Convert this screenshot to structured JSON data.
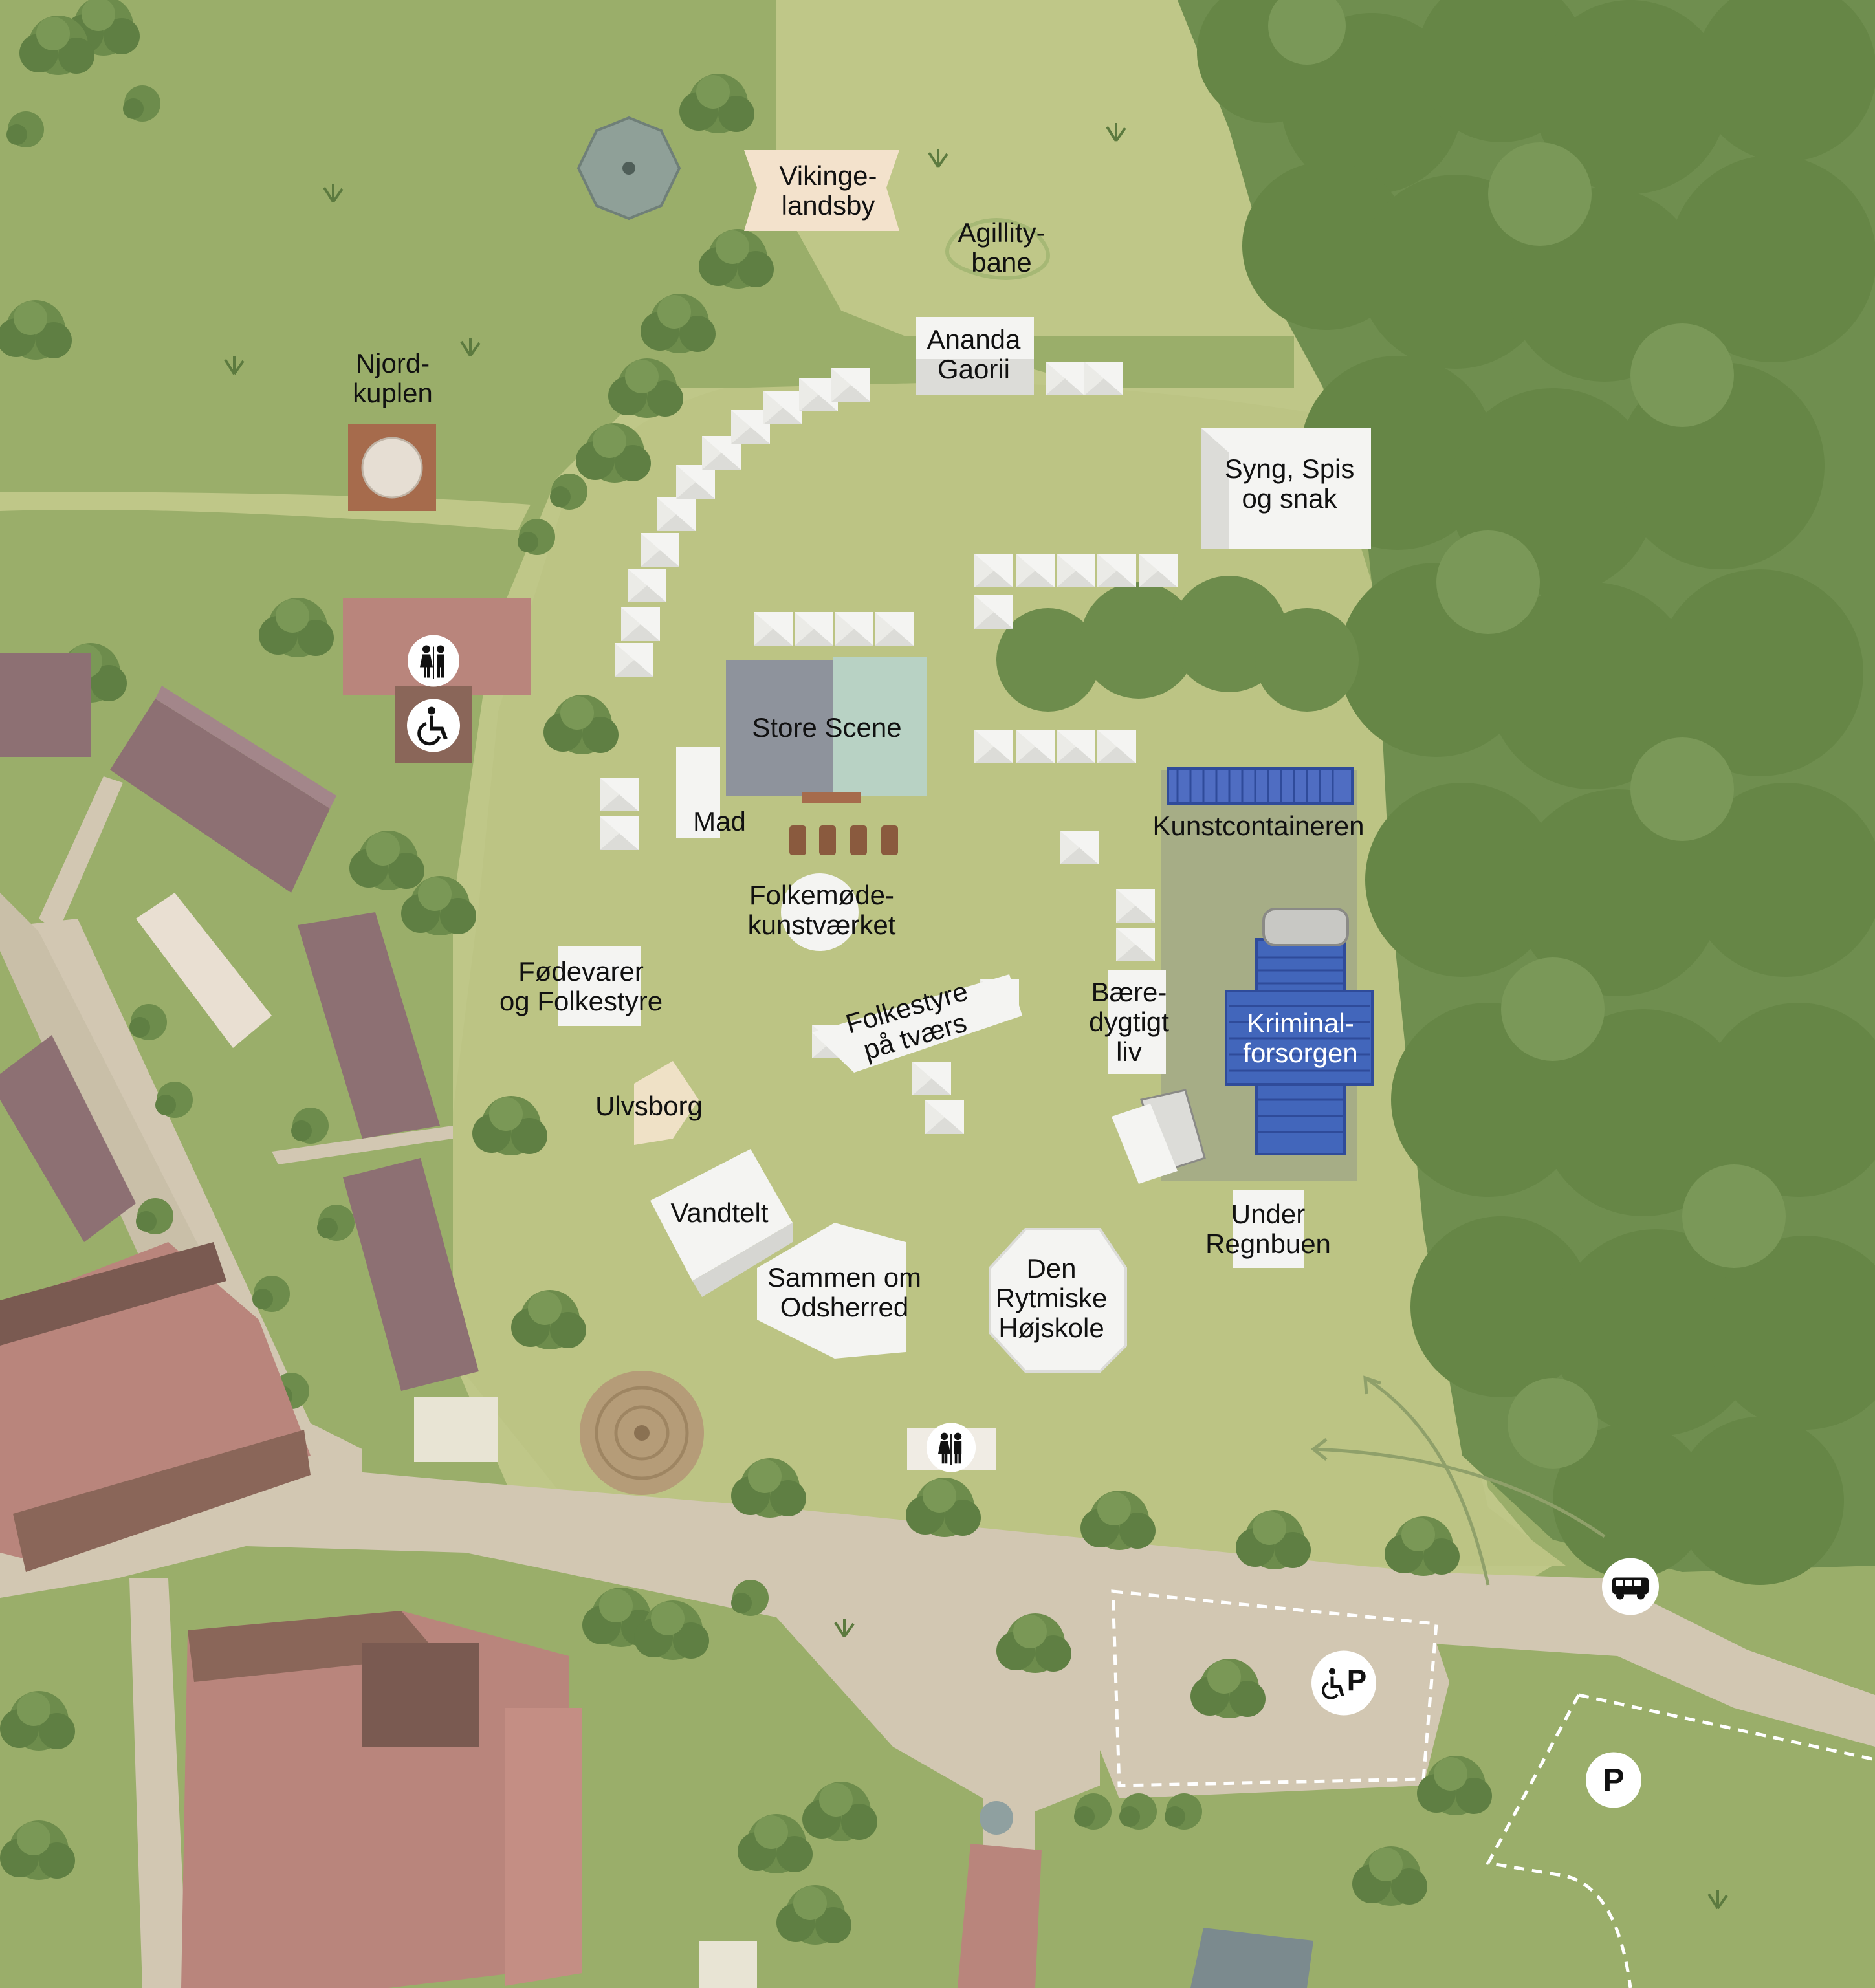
{
  "colors": {
    "grass": "#9aae6a",
    "lawn": "#bfc788",
    "light_lawn": "#c7cc90",
    "forest": "#6f8e4f",
    "tree": "#6d8c4c",
    "tree_dark": "#5c7a3f",
    "path": "#d2c7b2",
    "roof_red": "#b9857c",
    "roof_dark": "#7a5a51",
    "roof_purple": "#8d7073",
    "tent": "#f4f4f2",
    "container_blue": "#3f5fb0",
    "container_area": "#a6ad86"
  },
  "labels": {
    "vikingelandsby": [
      "Vikinge-",
      "landsby"
    ],
    "agillitybane": [
      "Agillity-",
      "bane"
    ],
    "ananda_gaorii": [
      "Ananda",
      "Gaorii"
    ],
    "njordkuplen": [
      "Njord-",
      "kuplen"
    ],
    "syng_spis": [
      "Syng, Spis",
      "og snak"
    ],
    "store_scene": [
      "Store Scene"
    ],
    "mad": [
      "Mad"
    ],
    "kunstcontaineren": [
      "Kunstcontaineren"
    ],
    "folkemode": [
      "Folkemøde-",
      "kunstværket"
    ],
    "fodevarer": [
      "Fødevarer",
      "og Folkestyre"
    ],
    "folkestyre_tvaers": [
      "Folkestyre",
      "på tværs"
    ],
    "baeredygtigt": [
      "Bære-",
      "dygtigt",
      "liv"
    ],
    "kriminalforsorgen": [
      "Kriminal-",
      "forsorgen"
    ],
    "ulvsborg": [
      "Ulvsborg"
    ],
    "vandtelt": [
      "Vandtelt"
    ],
    "under_regnbuen": [
      "Under",
      "Regnbuen"
    ],
    "sammen_om": [
      "Sammen om",
      "Odsherred"
    ],
    "rytmiske": [
      "Den",
      "Rytmiske",
      "Højskole"
    ]
  },
  "icons": {
    "toilet_main": "toilet-icon",
    "wheelchair_main": "wheelchair-icon",
    "toilet_south": "toilet-icon",
    "bus": "bus-icon",
    "handicap_parking": "handicap-parking-icon",
    "parking": "parking-icon"
  },
  "icon_text": {
    "parking": "P",
    "handicap_parking": "P"
  }
}
